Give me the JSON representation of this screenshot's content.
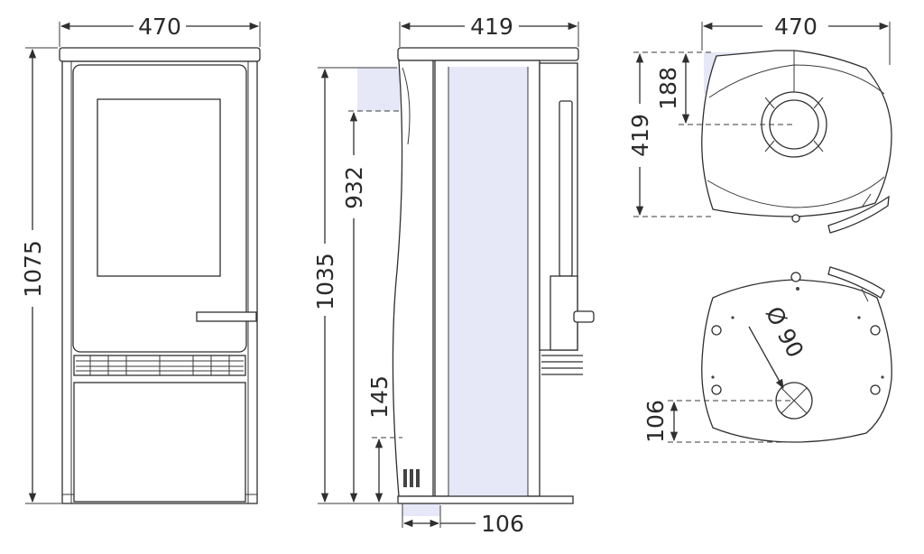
{
  "dimensions": {
    "front_width": "470",
    "front_height": "1075",
    "side_width": "419",
    "side_total_height": "1035",
    "side_connector_height": "932",
    "side_air_inlet_height": "145",
    "side_air_inlet_offset": "106",
    "top_width": "470",
    "top_depth": "419",
    "top_flue_offset": "188",
    "bottom_air_offset": "106",
    "bottom_diameter": "Ø 90"
  },
  "colors": {
    "line": "#2f2f2f",
    "glass_tint": "#e6e8f8"
  }
}
